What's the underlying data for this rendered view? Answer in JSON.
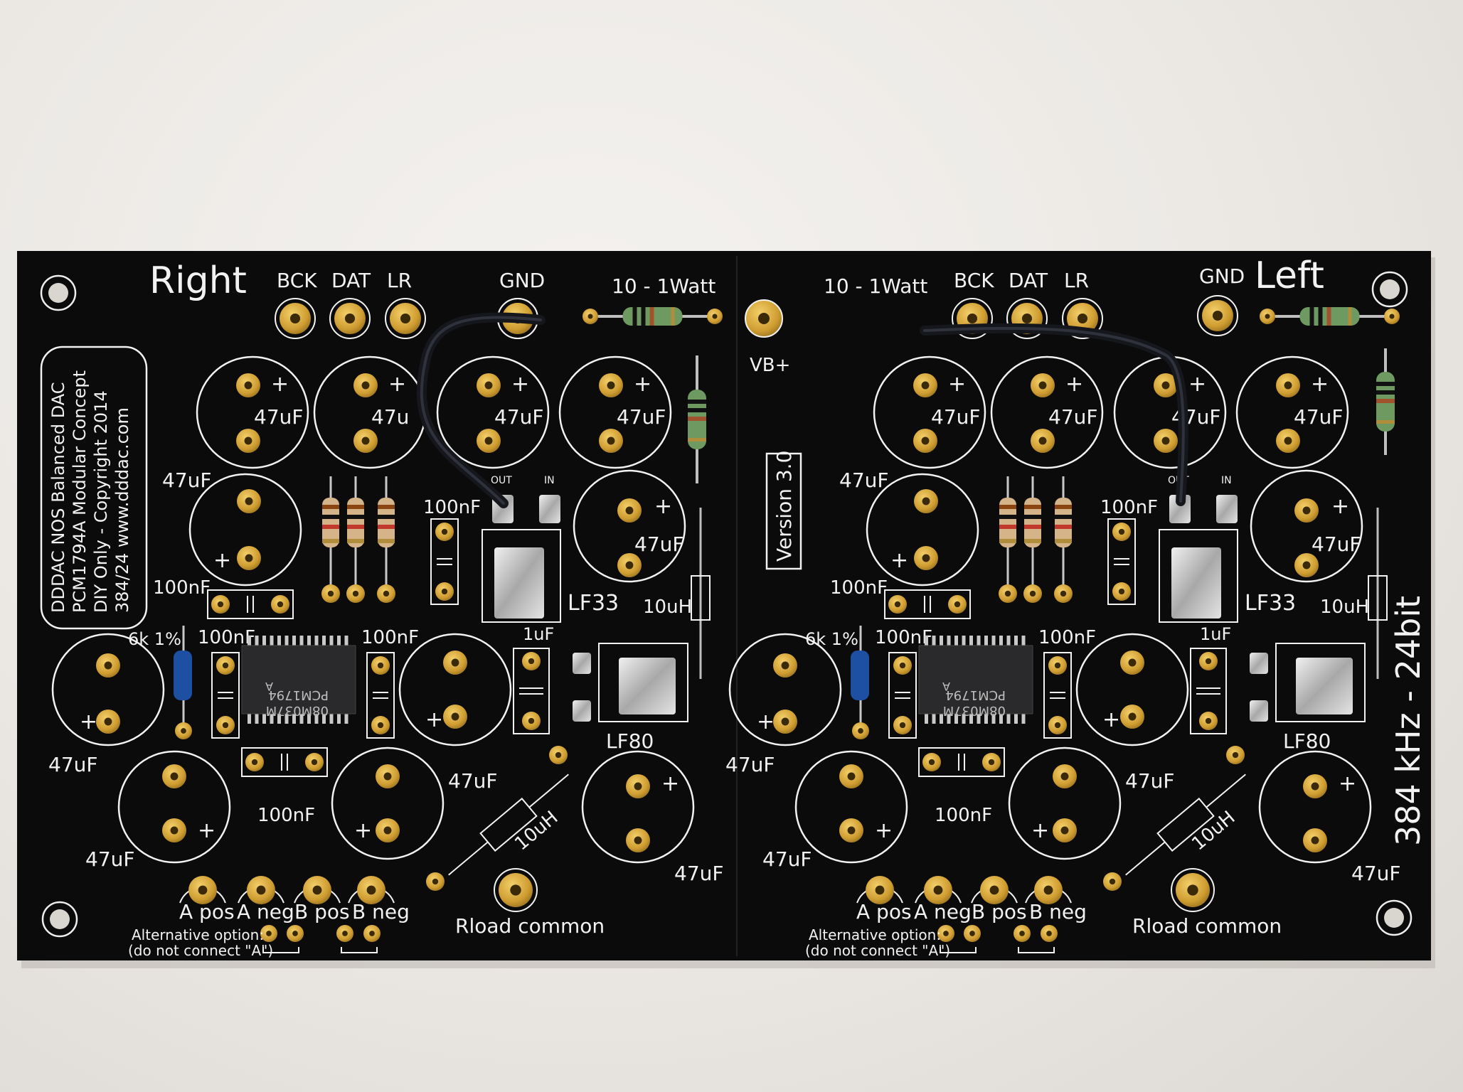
{
  "colors": {
    "background": "#ebe8e4",
    "board": "#0b0b0c",
    "silkscreen": "#f2f2f2",
    "pad_gold": "#d7a63a",
    "pad_hole": "#3a2a08",
    "solder": "#c9c9c9",
    "wire": "#1a1c22"
  },
  "board": {
    "side_right": "Right",
    "side_left": "Left",
    "version": "Version 3.0",
    "spec": "384 kHz - 24bit",
    "vb_plus": "VB+",
    "info_lines": [
      "DDDAC NOS Balanced DAC",
      "PCM1794A Modular Concept",
      "DIY Only - Copyright 2014",
      "384/24      www.dddac.com"
    ]
  },
  "channels": [
    {
      "name": "right",
      "inputs": [
        "BCK",
        "DAT",
        "LR",
        "GND"
      ],
      "resistor_label": "10 - 1Watt",
      "cap_label": "47uF",
      "cap_label_truncated": "47u",
      "small_cap": "100nF",
      "resistor_6k": "6k 1%",
      "reg33": "LF33",
      "reg80": "LF80",
      "inductor": "10uH",
      "cap_1uf": "1uF",
      "reg_out": "OUT",
      "reg_in": "IN",
      "chip_line1": "PCM1794",
      "chip_line2": "08M037M",
      "chip_line3": "A",
      "outputs": [
        "A pos",
        "A neg",
        "B pos",
        "B neg"
      ],
      "alt_option": "Alternative option:",
      "alt_note": "(do not connect \"A\")",
      "rload": "Rload common"
    },
    {
      "name": "left",
      "inputs": [
        "BCK",
        "DAT",
        "LR",
        "GND"
      ],
      "resistor_label": "10 - 1Watt",
      "cap_label": "47uF",
      "small_cap": "100nF",
      "resistor_6k": "6k 1%",
      "reg33": "LF33",
      "reg80": "LF80",
      "inductor": "10uH",
      "cap_1uf": "1uF",
      "reg_out": "OUT",
      "reg_in": "IN",
      "chip_line1": "PCM1794",
      "chip_line2": "08M037M",
      "chip_line3": "A",
      "outputs": [
        "A pos",
        "A neg",
        "B pos",
        "B neg"
      ],
      "alt_option": "Alternative option:",
      "alt_note": "(do not connect \"A\")",
      "rload": "Rload common"
    }
  ]
}
